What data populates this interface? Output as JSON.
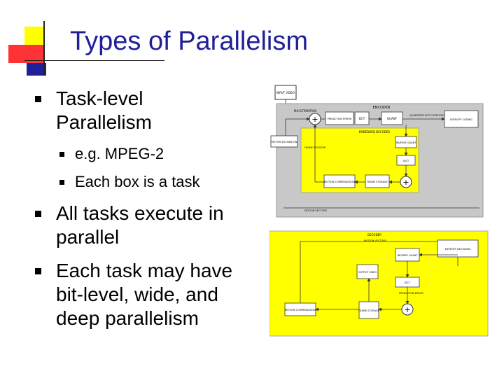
{
  "slide": {
    "title": "Types of Parallelism",
    "bullets": [
      {
        "text": "Task-level\nParallelism"
      },
      {
        "text": "All tasks execute in\nparallel"
      },
      {
        "text": "Each task may have\nbit-level, wide, and\ndeep parallelism"
      }
    ],
    "sub_bullets": [
      {
        "text": "e.g. MPEG-2"
      },
      {
        "text": "Each box is a task"
      }
    ]
  },
  "colors": {
    "title": "#1f1f99",
    "accent_yellow": "#ffff00",
    "accent_red": "#ff3333",
    "accent_blue": "#1f1f99",
    "encoder_bg": "#c8c8c8",
    "decoder_bg": "#ffff00"
  },
  "diagram": {
    "input_video": "INPUT VIDEO",
    "encoder": "ENCODER",
    "mo_estimation": "MO ESTIMATION",
    "prediction_error": "PREDICTION ERROR",
    "dct": "DCT",
    "quant": "QUANT",
    "quantized_dct": "QUANTIZED DCT COEFFICIENTS",
    "entropy_coding": "ENTROPY CODING",
    "embedded_decoder": "EMBEDDED DECODER",
    "motion_estimation": "MOTION ESTIMATION",
    "frame_reorder": "FRAME REORDER",
    "inverse_quant": "INVERSE QUANT",
    "idct": "IDCT",
    "motion_compensation": "MOTION COMPENSATION",
    "frame_storage": "FRAME STORAGE",
    "motion_vectors": "MOTION VECTORS",
    "decoder": "DECODER",
    "dec_motion_vectors": "MOTION VECTORS",
    "inverse_quant_2": "INVERSE QUANT",
    "entropy_decoding": "ENTROPY DECODING",
    "output_video": "OUTPUT VIDEO",
    "idct_2": "IDCT",
    "prediction_error_2": "PREDICTION ERROR",
    "motion_compensation_2": "MOTION COMPENSATION",
    "frame_storage_2": "FRAME STORAGE"
  }
}
